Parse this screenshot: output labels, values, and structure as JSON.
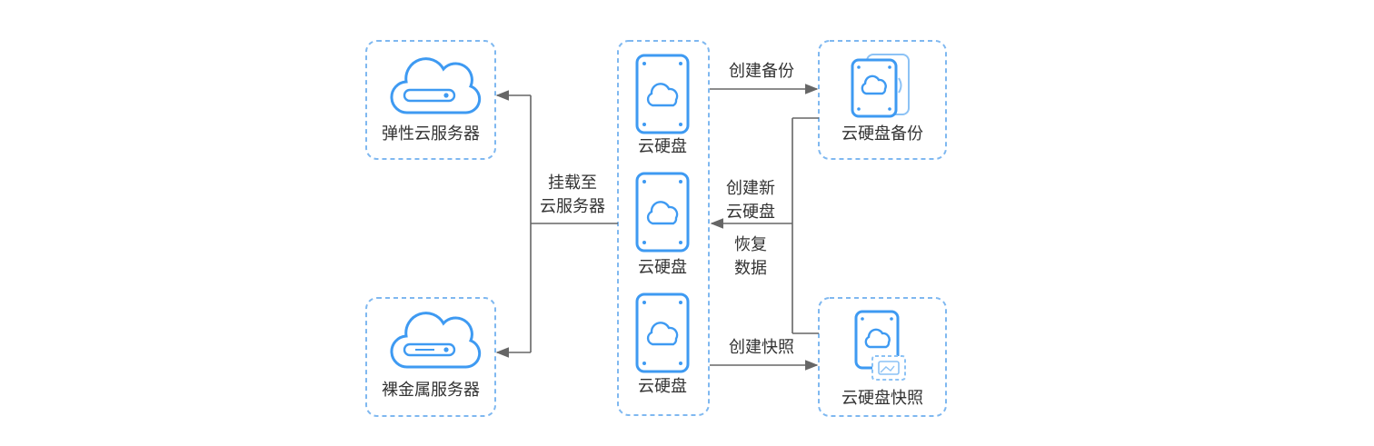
{
  "nodes": {
    "ecs": "弹性云服务器",
    "bms": "裸金属服务器",
    "disk_1": "云硬盘",
    "disk_2": "云硬盘",
    "disk_3": "云硬盘",
    "backup": "云硬盘备份",
    "snapshot": "云硬盘快照"
  },
  "edges": {
    "attach_line1": "挂载至",
    "attach_line2": "云服务器",
    "create_backup": "创建备份",
    "create_snapshot": "创建快照",
    "create_new_line1": "创建新",
    "create_new_line2": "云硬盘",
    "restore_line1": "恢复",
    "restore_line2": "数据"
  },
  "colors": {
    "accent": "#3e9af2",
    "dashed_border": "#7fb8f0",
    "connector": "#666666",
    "text": "#333333"
  },
  "icons": {
    "ecs": "cloud-server-icon",
    "bms": "cloud-server-icon",
    "disk": "cloud-disk-icon",
    "backup": "disk-backup-icon",
    "snapshot": "disk-snapshot-icon"
  }
}
